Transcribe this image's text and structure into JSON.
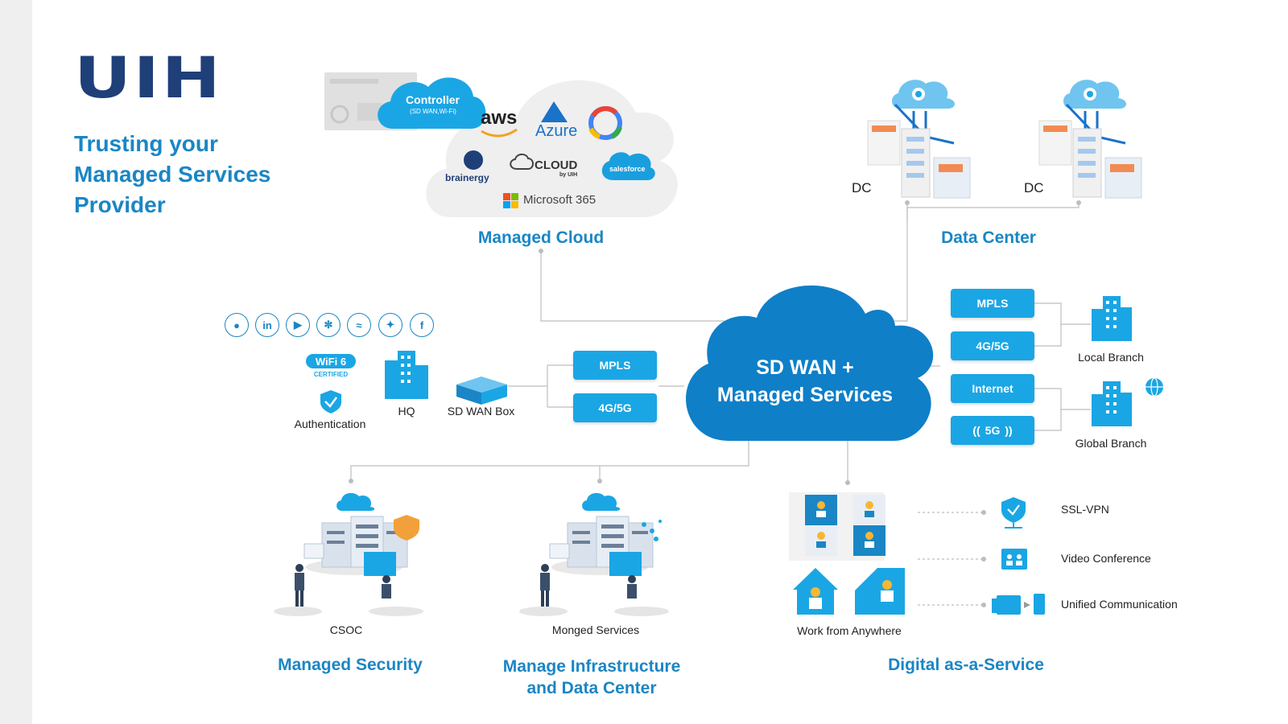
{
  "brand": {
    "logo": "UIH",
    "tagline": [
      "Trusting your",
      "Managed Services",
      "Provider"
    ]
  },
  "managed_cloud": {
    "title": "Managed Cloud",
    "controller_title": "Controller",
    "controller_sub": "(SD WAN,Wi-Fi)",
    "logos": {
      "aws": "aws",
      "azure": "Azure",
      "brainergy": "brainergy",
      "cloud": "CLOUD",
      "cloud_by": "by UIH",
      "salesforce": "salesforce",
      "microsoft": "Microsoft 365"
    }
  },
  "data_center": {
    "title": "Data Center",
    "dc1": "DC",
    "dc2": "DC"
  },
  "core": {
    "line1": "SD WAN +",
    "line2": "Managed Services"
  },
  "hq_side": {
    "wifi_badge": "WiFi 6",
    "wifi_cert": "CERTIFIED",
    "authentication": "Authentication",
    "hq": "HQ",
    "sdwan_box": "SD WAN Box",
    "links": [
      "MPLS",
      "4G/5G"
    ],
    "social_icons": [
      "rss-icon",
      "linkedin-icon",
      "youtube-icon",
      "dribbble-icon",
      "messenger-icon",
      "twitter-icon",
      "facebook-icon"
    ]
  },
  "branches": {
    "links": [
      "MPLS",
      "4G/5G",
      "Internet",
      "5G"
    ],
    "local": "Local Branch",
    "global": "Global Branch"
  },
  "managed_security": {
    "title": "Managed Security",
    "caption": "CSOC"
  },
  "infra": {
    "title_line1": "Manage Infrastructure",
    "title_line2": "and Data Center",
    "caption": "Monged Services"
  },
  "digital": {
    "title": "Digital as-a-Service",
    "wfa": "Work from Anywhere",
    "services": [
      "SSL-VPN",
      "Video Conference",
      "Unified Communication"
    ]
  },
  "colors": {
    "brand_navy": "#1f3f78",
    "accent_blue": "#1a86c5",
    "pill_blue": "#1aa6e4",
    "cloud_blue": "#0f7fc8"
  }
}
